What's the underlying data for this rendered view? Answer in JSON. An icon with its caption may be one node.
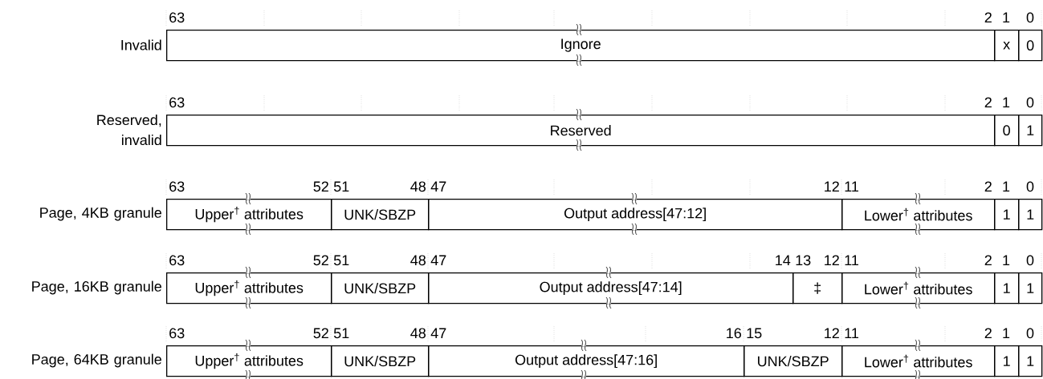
{
  "diagram": {
    "nodes": [
      {
        "text": [
          "Ignore"
        ],
        "beside": [
          "Invalid"
        ]
      },
      {
        "text": [
          "x"
        ]
      },
      {
        "text": [
          "0"
        ]
      },
      {
        "text": [
          "Reserved"
        ],
        "beside": [
          "Reserved, invalid"
        ]
      },
      {
        "text": [
          "0"
        ]
      },
      {
        "text": [
          "1"
        ]
      },
      {
        "text": [
          "Upper$^{†}$ attributes"
        ],
        "beside": [
          "Page, 4KB granule"
        ]
      },
      {
        "text": [
          "UNK/SBZP"
        ]
      },
      {
        "text": [
          "Output address[47:12]"
        ]
      },
      {
        "text": [
          "Lower$^{†}$ attributes"
        ]
      },
      {
        "text": [
          "1"
        ]
      },
      {
        "text": [
          "1"
        ]
      },
      {
        "text": [
          "Upper$^{†}$ attributes"
        ],
        "beside": [
          "Page, 16KB granule"
        ]
      },
      {
        "text": [
          "UNK/SBZP"
        ]
      },
      {
        "text": [
          "Output address[47:14]"
        ]
      },
      {
        "text": [
          "‡"
        ]
      },
      {
        "text": [
          "Lower$^{†}$ attributes"
        ]
      },
      {
        "text": [
          "1"
        ]
      },
      {
        "text": [
          "1"
        ]
      },
      {
        "text": [
          "Upper$^{†}$ attributes"
        ],
        "beside": [
          "Page, 64KB granule"
        ]
      },
      {
        "text": [
          "UNK/SBZP"
        ]
      },
      {
        "text": [
          "Output address[47:16]"
        ]
      },
      {
        "text": [
          "UNK/SBZP"
        ]
      },
      {
        "text": [
          "Lower$^{†}$ attributes"
        ]
      },
      {
        "text": [
          "1"
        ]
      },
      {
        "text": [
          "1"
        ]
      }
    ],
    "labels": [
      "63",
      "2",
      "1",
      "0",
      "63",
      "2",
      "1",
      "0",
      "63",
      "52",
      "51",
      "48",
      "47",
      "12",
      "11",
      "2",
      "1",
      "0",
      "63",
      "52",
      "51",
      "48",
      "47",
      "14",
      "13",
      "12",
      "11",
      "2",
      "1",
      "0",
      "63",
      "52",
      "51",
      "48",
      "47",
      "16",
      "15",
      "12",
      "11",
      "2",
      "1",
      "0"
    ]
  }
}
